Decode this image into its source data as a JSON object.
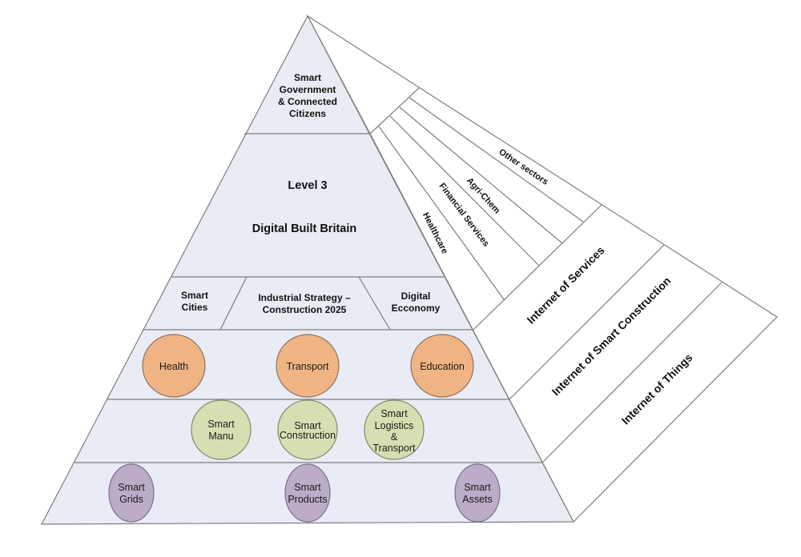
{
  "diagram": {
    "top_tier": {
      "lines": [
        "Smart",
        "Government",
        "& Connected",
        "Citizens"
      ]
    },
    "level_tier": {
      "level": "Level 3",
      "title": "Digital Built Britain"
    },
    "strategy_tier": {
      "left": [
        "Smart",
        "Cities"
      ],
      "center": [
        "Industrial Strategy –",
        "Construction 2025"
      ],
      "right": [
        "Digital",
        "Ecconomy"
      ]
    },
    "services_row": {
      "color": "#f0b484",
      "items": [
        {
          "lines": [
            "Health"
          ]
        },
        {
          "lines": [
            "Transport"
          ]
        },
        {
          "lines": [
            "Education"
          ]
        }
      ]
    },
    "smart_row": {
      "color": "#d6dfb2",
      "items": [
        {
          "lines": [
            "Smart",
            "Manu"
          ]
        },
        {
          "lines": [
            "Smart",
            "Construction"
          ]
        },
        {
          "lines": [
            "Smart",
            "Logistics",
            "&",
            "Transport"
          ]
        }
      ]
    },
    "foundation_row": {
      "color": "#bcabc9",
      "items": [
        {
          "lines": [
            "Smart",
            "Grids"
          ]
        },
        {
          "lines": [
            "Smart",
            "Products"
          ]
        },
        {
          "lines": [
            "Smart",
            "Assets"
          ]
        }
      ]
    },
    "sectors": [
      "Healthcare",
      "Financial Services",
      "Agri-Chem",
      "Other sectors"
    ],
    "internet_layers": [
      "Internet of Services",
      "Internet of Smart Construction",
      "Internet of Things"
    ]
  }
}
